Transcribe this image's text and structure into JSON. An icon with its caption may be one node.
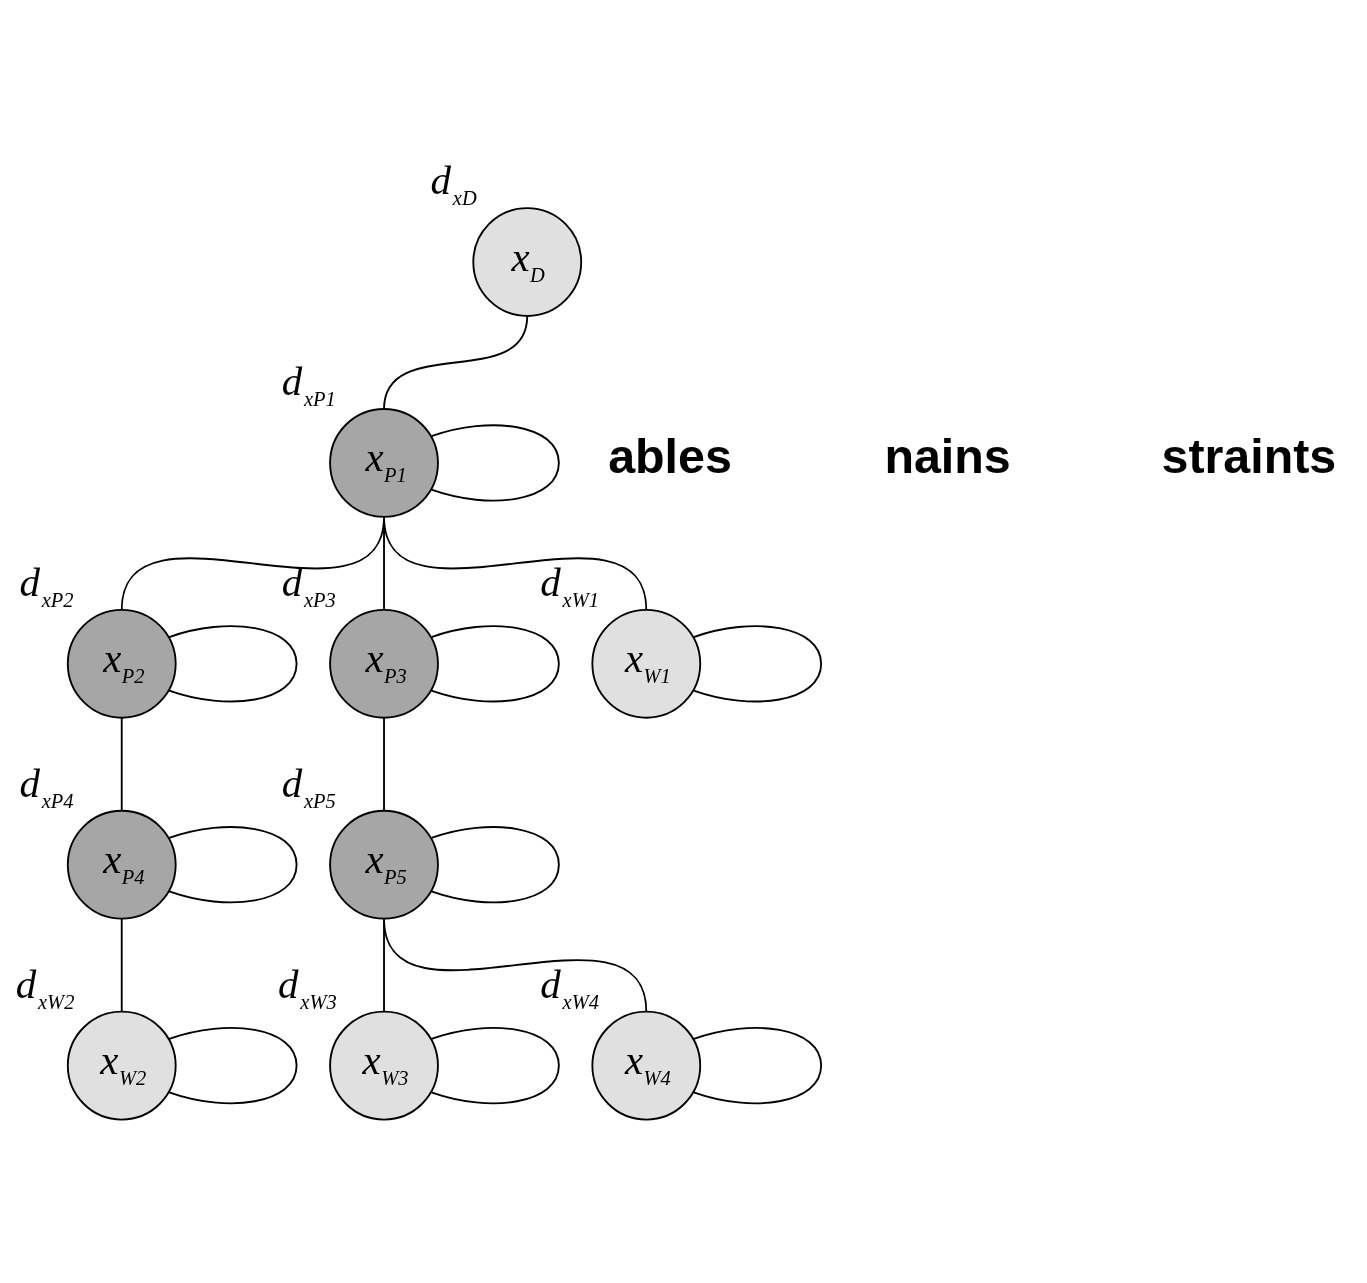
{
  "diagram": {
    "nodes": [
      {
        "text": [
          "x$_{D}$"
        ],
        "beside": [
          "d$_{xD}$"
        ]
      },
      {
        "text": [
          "x$_{P1}$"
        ],
        "beside": [
          "d$_{xP1}$"
        ]
      },
      {
        "text": [
          "x$_{P2}$"
        ],
        "beside": [
          "d$_{xP2}$"
        ]
      },
      {
        "text": [
          "x$_{P3}$"
        ],
        "beside": [
          "d$_{xP3}$"
        ]
      },
      {
        "text": [
          "x$_{W1}$"
        ],
        "beside": [
          "d$_{xW1}$"
        ]
      },
      {
        "text": [
          "x$_{P4}$"
        ],
        "beside": [
          "d$_{xP4}$"
        ]
      },
      {
        "text": [
          "x$_{P5}$"
        ],
        "beside": [
          "d$_{xP5}$"
        ]
      },
      {
        "text": [
          "x$_{W2}$"
        ],
        "beside": [
          "d$_{xW2}$"
        ]
      },
      {
        "text": [
          "x$_{W3}$"
        ],
        "beside": [
          "d$_{xW3}$"
        ]
      },
      {
        "text": [
          "x$_{W4}$"
        ],
        "beside": [
          "d$_{xW4}$"
        ]
      }
    ],
    "edges": [
      {
        "from": 0,
        "to": 1,
        "arrow": "none"
      },
      {
        "from": 1,
        "to": 1,
        "arrow": "none"
      },
      {
        "from": 1,
        "to": 2,
        "arrow": "none"
      },
      {
        "from": 1,
        "to": 3,
        "arrow": "none"
      },
      {
        "from": 1,
        "to": 4,
        "arrow": "none"
      },
      {
        "from": 2,
        "to": 2,
        "arrow": "none"
      },
      {
        "from": 3,
        "to": 3,
        "arrow": "none"
      },
      {
        "from": 4,
        "to": 4,
        "arrow": "none"
      },
      {
        "from": 2,
        "to": 5,
        "arrow": "none"
      },
      {
        "from": 3,
        "to": 6,
        "arrow": "none"
      },
      {
        "from": 5,
        "to": 5,
        "arrow": "none"
      },
      {
        "from": 6,
        "to": 6,
        "arrow": "none"
      },
      {
        "from": 5,
        "to": 7,
        "arrow": "none"
      },
      {
        "from": 6,
        "to": 8,
        "arrow": "none"
      },
      {
        "from": 6,
        "to": 9,
        "arrow": "none"
      },
      {
        "from": 7,
        "to": 7,
        "arrow": "none"
      },
      {
        "from": 8,
        "to": 8,
        "arrow": "none"
      },
      {
        "from": 9,
        "to": 9,
        "arrow": "none"
      }
    ],
    "labels": [
      "ables",
      "nains",
      "straints"
    ]
  }
}
